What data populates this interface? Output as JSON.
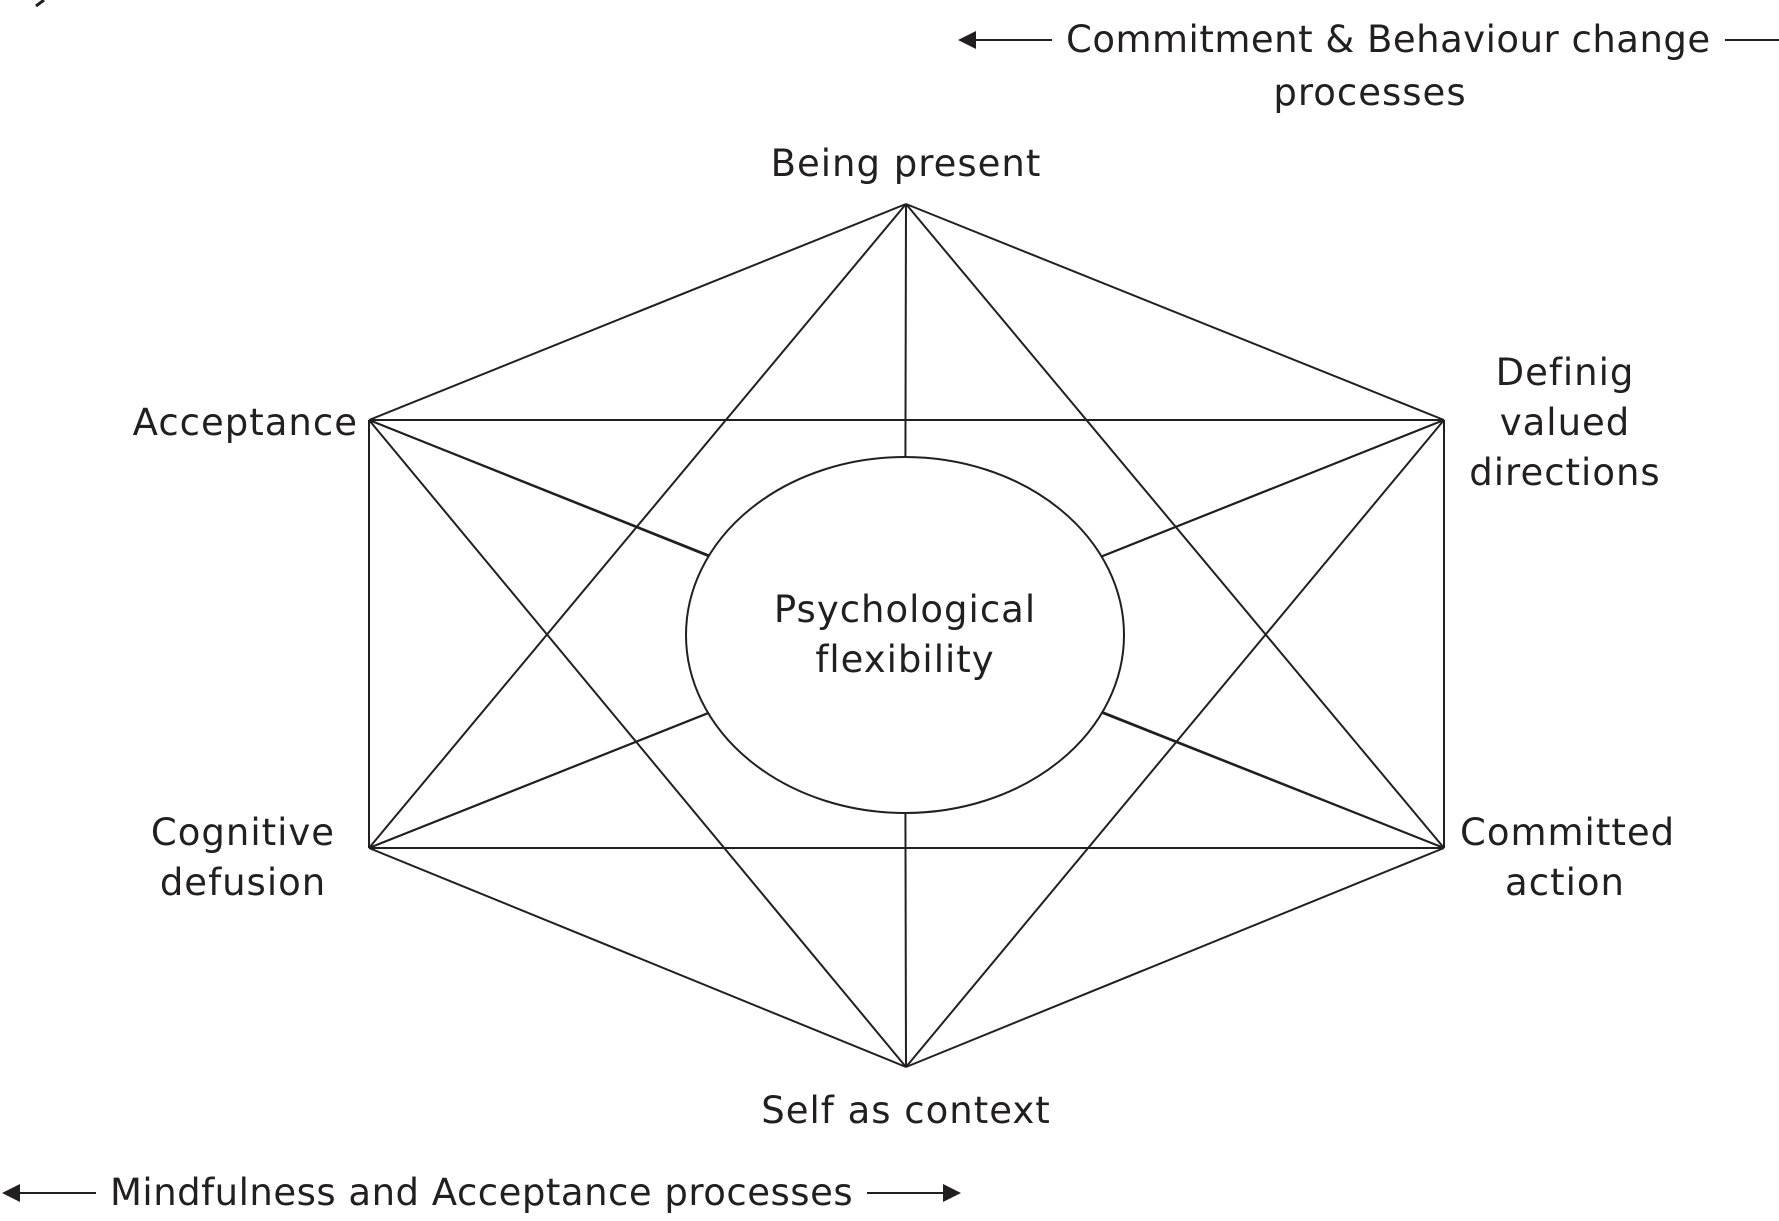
{
  "header_annotation": {
    "text_line1": "Commitment & Behaviour change",
    "text_line2": "processes",
    "arrows": "bidirectional"
  },
  "footer_annotation": {
    "text": "Mindfulness and Acceptance processes",
    "arrows": "bidirectional"
  },
  "center": {
    "line1": "Psychological",
    "line2": "flexibility"
  },
  "nodes": {
    "top": "Being present",
    "upper_left": "Acceptance",
    "upper_right": [
      "Definig",
      "valued",
      "directions"
    ],
    "lower_left": [
      "Cognitive",
      "defusion"
    ],
    "lower_right": [
      "Committed",
      "action"
    ],
    "bottom": "Self as context"
  },
  "stroke_color": "#231f20",
  "background_color": "#ffffff"
}
